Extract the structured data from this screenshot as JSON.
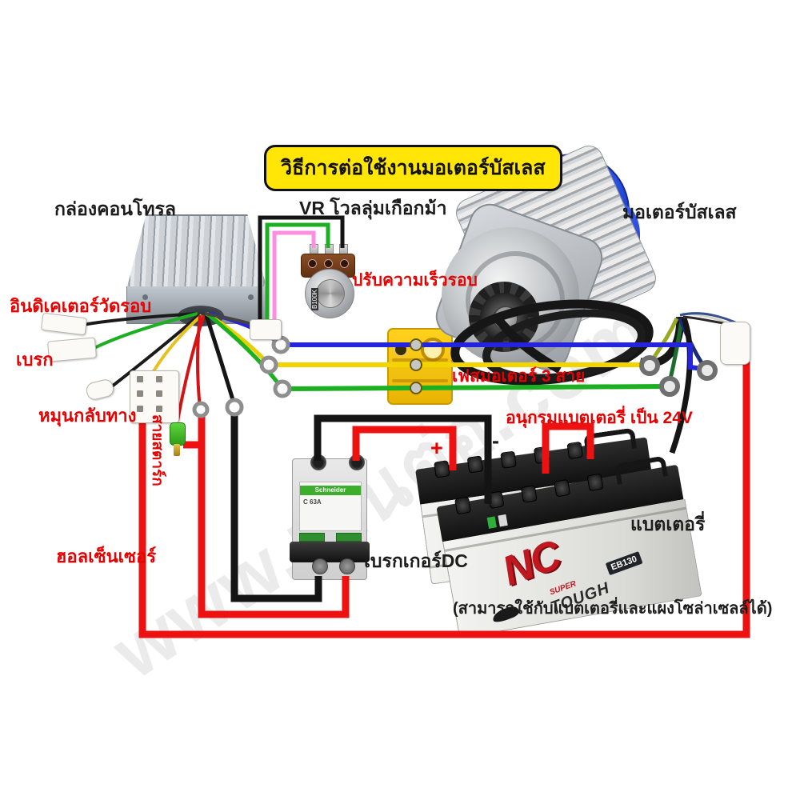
{
  "title": "วิธีการต่อใช้งานมอเตอร์บัสเลส",
  "watermark": "www.เป็นต่อ.com",
  "labels": {
    "controller": "กล่องคอนโทรล",
    "vr": "VR โวลลุ่มเกือกม้า",
    "motor": "มอเตอร์บัสเลส",
    "indicator": "อินดิเคเตอร์วัดรอบ",
    "brake": "เบรก",
    "reverse": "หมุนกลับทาง",
    "start_wire": "สายสตาร์ก",
    "hall_sensor": "ฮอลเซ็นเซอร์",
    "speed_adjust": "ปรับความเร็วรอบ",
    "phase": "เฟสมอเตอร์ 3 สาย",
    "series_battery": "อนุกรมแบตเตอรี่ เป็น 24V",
    "breaker": "เบรกเกอร์DC",
    "battery": "แบตเตอรี่",
    "note": "(สามารถใช้กับแบตเตอรี่และแผงโซล่าเซลล์ได้)",
    "plus": "+",
    "minus": "-"
  },
  "components": {
    "breaker": {
      "brand": "Schneider",
      "rating": "C 63A"
    },
    "battery": {
      "brand": "NC",
      "sub1": "SUPER",
      "sub2": "TOUGH",
      "model": "EB130"
    },
    "potentiometer": {
      "marking": "B100K"
    }
  },
  "colors": {
    "label_red": "#e60000",
    "label_black": "#1c1c1c",
    "title_bg": "#ffe607",
    "wire_blue": "#2424dd",
    "wire_yellow": "#f2d400",
    "wire_green": "#1caf22",
    "wire_red": "#ee1111",
    "wire_black": "#141414",
    "wire_pink": "#ff8ee0"
  },
  "wires": [
    {
      "name": "vr-signal",
      "color": "black"
    },
    {
      "name": "vr-supply",
      "color": "green"
    },
    {
      "name": "vr-ground",
      "color": "pink"
    },
    {
      "name": "motor-phase-1",
      "color": "blue"
    },
    {
      "name": "motor-phase-2",
      "color": "yellow"
    },
    {
      "name": "motor-phase-3",
      "color": "green"
    },
    {
      "name": "battery-positive",
      "color": "red"
    },
    {
      "name": "battery-negative",
      "color": "black"
    }
  ]
}
